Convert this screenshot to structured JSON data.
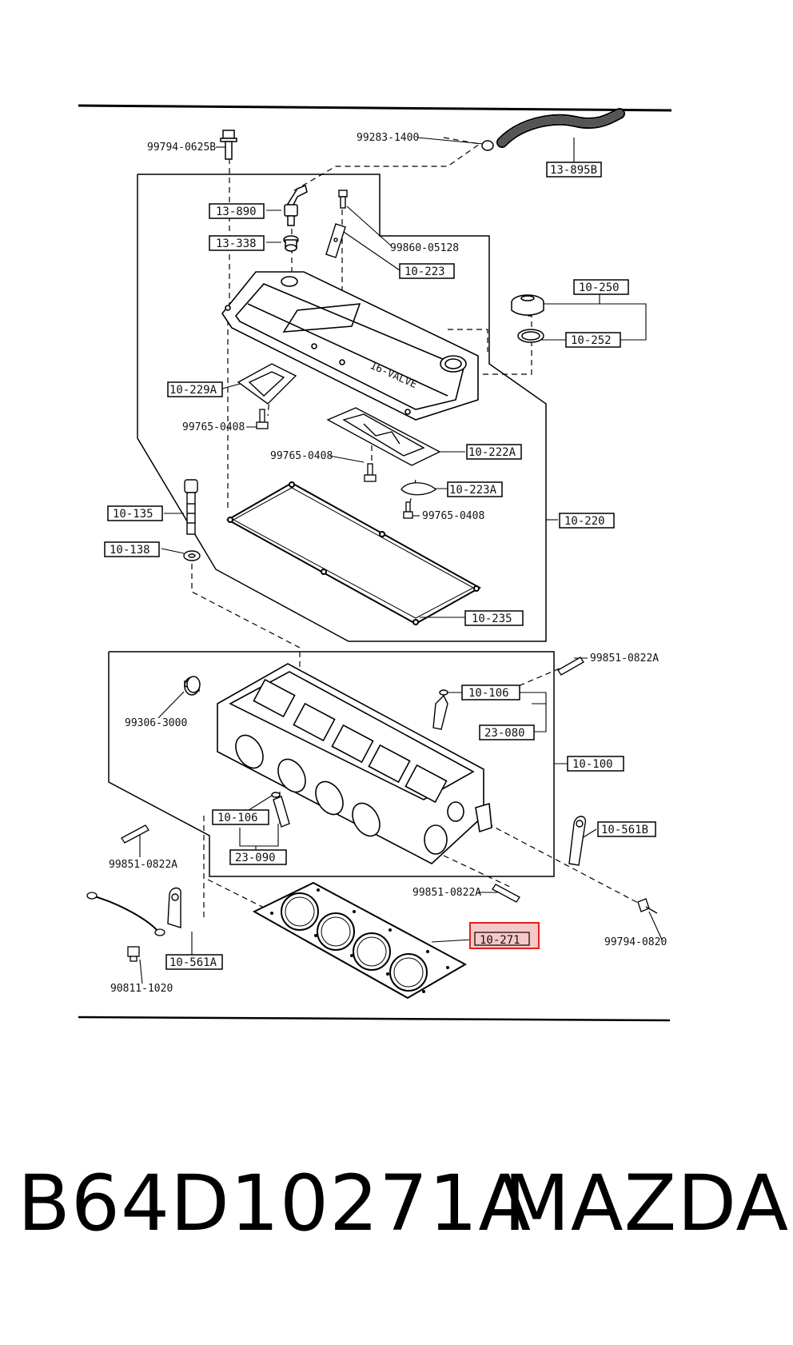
{
  "diagram": {
    "labels": {
      "bolt_99794_0625B": "99794-0625B",
      "clamp_99283_1400": "99283-1400",
      "bolt_99860_05128": "99860-05128",
      "bolt_99765_0408_a": "99765-0408",
      "bolt_99765_0408_b": "99765-0408",
      "bolt_99765_0408_c": "99765-0408",
      "stud_99851_0822A_a": "99851-0822A",
      "stud_99851_0822A_b": "99851-0822A",
      "stud_99851_0822A_c": "99851-0822A",
      "plug_99306_3000": "99306-3000",
      "bolt_99794_0820": "99794-0820",
      "bolt_90811_1020": "90811-1020"
    },
    "boxed": {
      "hose_13_895B": "13-895B",
      "pcv_13_890": "13-890",
      "grommet_13_338": "13-338",
      "bracket_10_223": "10-223",
      "cap_10_250": "10-250",
      "seal_10_252": "10-252",
      "plate_10_229A": "10-229A",
      "baffle_10_222A": "10-222A",
      "plate_10_223A": "10-223A",
      "bolt_10_135": "10-135",
      "washer_10_138": "10-138",
      "cover_assy_10_220": "10-220",
      "gasket_10_235": "10-235",
      "guide_10_106_a": "10-106",
      "seal_23_080": "23-080",
      "head_10_100": "10-100",
      "guide_10_106_b": "10-106",
      "seal_23_090": "23-090",
      "hook_10_561B": "10-561B",
      "hook_10_561A": "10-561A",
      "head_gasket_10_271": "10-271"
    },
    "highlight_color": "#e02020",
    "highlight_fill": "#f8c8c8"
  },
  "footer": {
    "part_number": "B64D10271A",
    "brand": "MAZDA"
  }
}
